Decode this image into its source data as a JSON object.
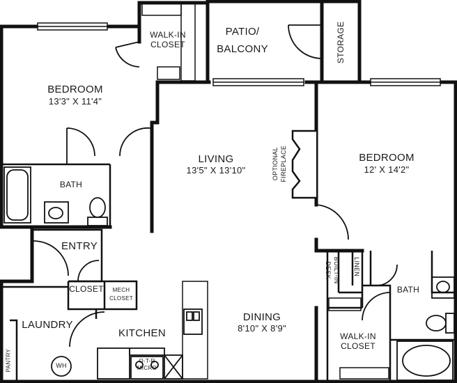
{
  "rooms": {
    "bedroom_left": {
      "name": "BEDROOM",
      "dimensions": "13'3\" X 11'4\""
    },
    "walk_in_closet_top": {
      "name_line1": "WALK-IN",
      "name_line2": "CLOSET"
    },
    "patio": {
      "name_line1": "PATIO/",
      "name_line2": "BALCONY"
    },
    "storage": {
      "name": "STORAGE"
    },
    "living": {
      "name": "LIVING",
      "dimensions": "13'5\" X 13'10\""
    },
    "fireplace": {
      "line1": "OPTIONAL",
      "line2": "FIREPLACE"
    },
    "bedroom_right": {
      "name": "BEDROOM",
      "dimensions": "12' X 14'2\""
    },
    "bath_left": {
      "name": "BATH"
    },
    "entry": {
      "name": "ENTRY"
    },
    "closet": {
      "name": "CLOSET"
    },
    "mech_closet": {
      "line1": "MECH",
      "line2": "CLOSET"
    },
    "built_in_desk": {
      "line1": "BUILT-IN",
      "line2": "DESK"
    },
    "linen": {
      "name": "LINEN"
    },
    "bath_right": {
      "name": "BATH"
    },
    "laundry": {
      "name": "LAUNDRY"
    },
    "kitchen": {
      "name": "KITCHEN"
    },
    "dining": {
      "name": "DINING",
      "dimensions": "8'10\" X 8'9\""
    },
    "walk_in_closet_bottom": {
      "name_line1": "WALK-IN",
      "name_line2": "CLOSET"
    },
    "pantry": {
      "name": "PANTRY"
    },
    "water_heater": {
      "label": "WH"
    },
    "otr_micro": {
      "line1": "O-T-R",
      "line2": "MICRO"
    }
  }
}
